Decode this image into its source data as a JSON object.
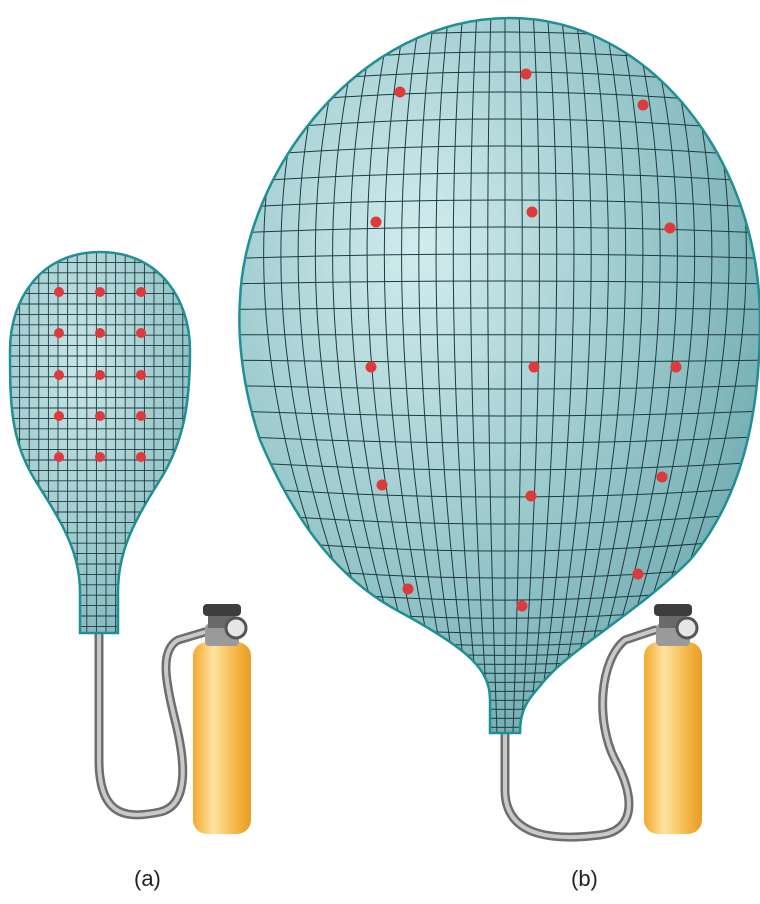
{
  "figure": {
    "panels": [
      {
        "id": "a",
        "label": "(a)",
        "state": "small-balloon",
        "dots": 15
      },
      {
        "id": "b",
        "label": "(b)",
        "state": "large-balloon",
        "dots": 15
      }
    ]
  },
  "colors": {
    "balloon_fill": "#8fc2c6",
    "balloon_stroke": "#1f8f94",
    "grid_line": "#1d3b40",
    "dot": "#e0393b",
    "tank": "#f5b13e",
    "hose": "#8e8e8e",
    "valve": "#4a4a4a"
  }
}
